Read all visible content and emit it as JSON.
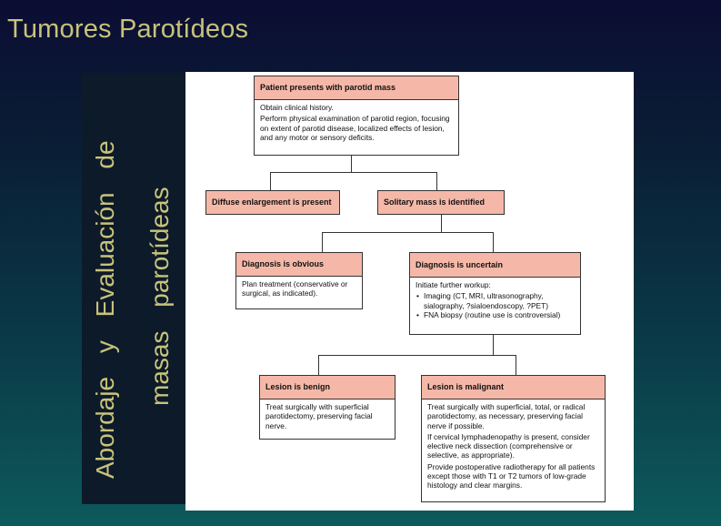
{
  "slide": {
    "title": "Tumores Parotídeos",
    "vertical_text_1": "Abordaje y Evaluación de",
    "vertical_text_2": "masas parotídeas"
  },
  "flowchart": {
    "start": {
      "header": "Patient presents with parotid mass",
      "lines": [
        "Obtain clinical history.",
        "Perform physical examination of parotid region, focusing on extent of parotid disease, localized effects of lesion, and any motor or sensory deficits."
      ]
    },
    "diffuse": {
      "header": "Diffuse enlargement is present"
    },
    "solitary": {
      "header": "Solitary mass is identified"
    },
    "obvious": {
      "header": "Diagnosis is obvious",
      "lines": [
        "Plan treatment (conservative or surgical, as indicated)."
      ]
    },
    "uncertain": {
      "header": "Diagnosis is uncertain",
      "intro": "Initiate further workup:",
      "bullets": [
        "Imaging (CT, MRI, ultrasonography, sialography, ?sialoendoscopy, ?PET)",
        "FNA biopsy (routine use is controversial)"
      ]
    },
    "benign": {
      "header": "Lesion is benign",
      "lines": [
        "Treat surgically with superficial parotidectomy, preserving facial nerve."
      ]
    },
    "malignant": {
      "header": "Lesion is malignant",
      "lines": [
        "Treat surgically with superficial, total, or radical parotidectomy, as necessary, preserving facial nerve if possible.",
        "If cervical lymphadenopathy is present, consider elective neck dissection (comprehensive or selective, as appropriate).",
        "Provide postoperative radiotherapy for all patients except those with T1 or T2 tumors of low-grade histology and clear margins."
      ]
    },
    "colors": {
      "header_fill": "#f5b8a8",
      "title_text": "#c8c27a"
    }
  }
}
